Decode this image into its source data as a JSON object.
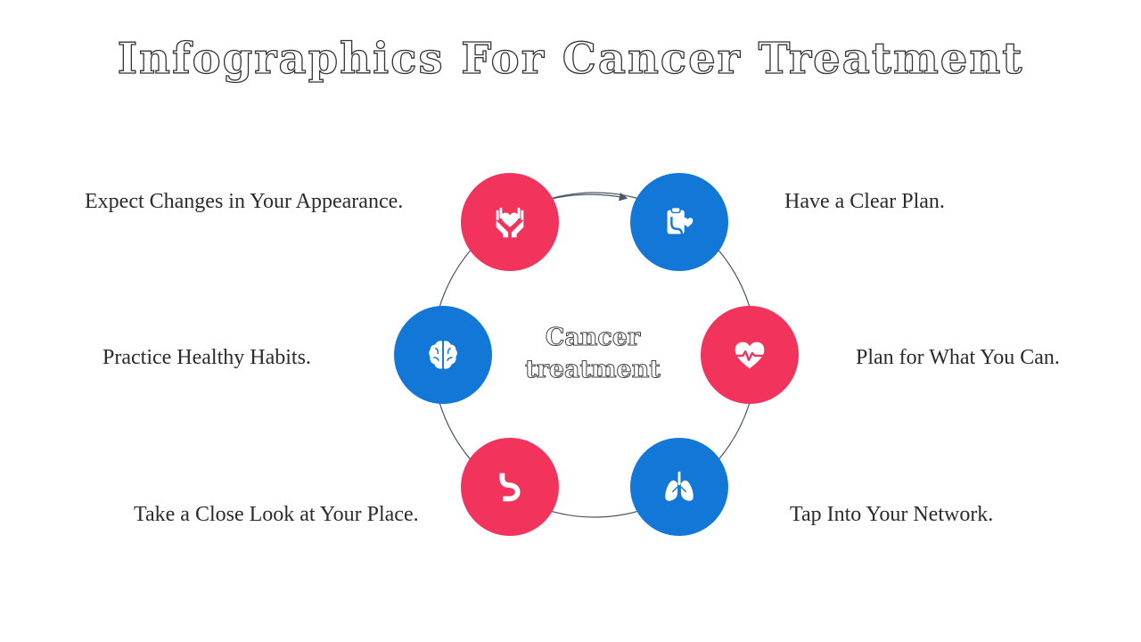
{
  "title": "Infographics For Cancer Treatment",
  "center": {
    "line1": "Cancer",
    "line2": "treatment"
  },
  "colors": {
    "accent_red": "#f2335c",
    "accent_blue": "#1277d6",
    "ring": "#4a5568"
  },
  "steps": [
    {
      "label": "Expect Changes in Your Appearance.",
      "icon": "hands-heart-icon",
      "color": "red"
    },
    {
      "label": "Have a Clear Plan.",
      "icon": "stethoscope-clipboard-icon",
      "color": "blue"
    },
    {
      "label": "Plan for What You Can.",
      "icon": "heart-pulse-icon",
      "color": "red"
    },
    {
      "label": "Tap Into Your Network.",
      "icon": "lungs-icon",
      "color": "blue"
    },
    {
      "label": "Take a Close Look at Your Place.",
      "icon": "stomach-icon",
      "color": "red"
    },
    {
      "label": "Practice Healthy Habits.",
      "icon": "brain-icon",
      "color": "blue"
    }
  ]
}
